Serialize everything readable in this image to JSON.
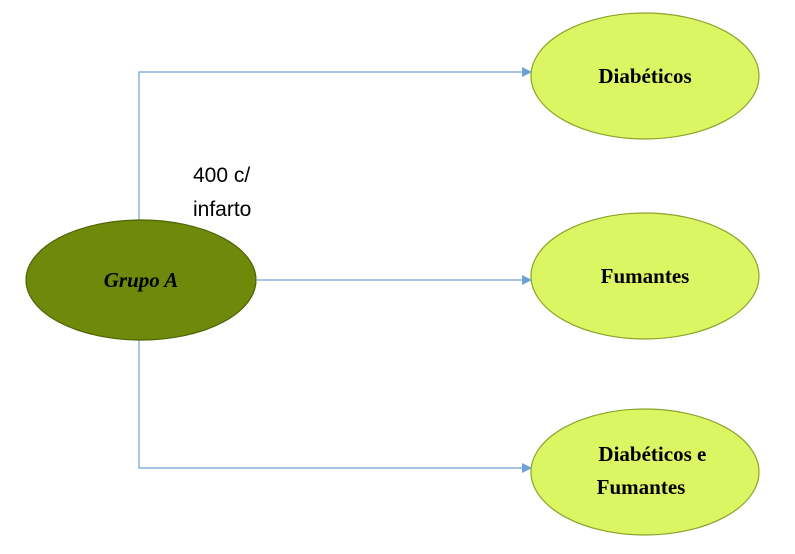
{
  "colors": {
    "source_fill": "#6f8a0a",
    "source_stroke": "#4f6306",
    "target_fill": "#dcf562",
    "target_stroke": "#8ba32c",
    "connector": "#6fa1d6"
  },
  "source_node": {
    "label": "Grupo A"
  },
  "edge_label": {
    "line1": "400 c/",
    "line2": "infarto"
  },
  "target_nodes": [
    {
      "line1": "Diabéticos",
      "line2": ""
    },
    {
      "line1": "Fumantes",
      "line2": ""
    },
    {
      "line1": "Diabéticos e",
      "line2": "Fumantes"
    }
  ]
}
